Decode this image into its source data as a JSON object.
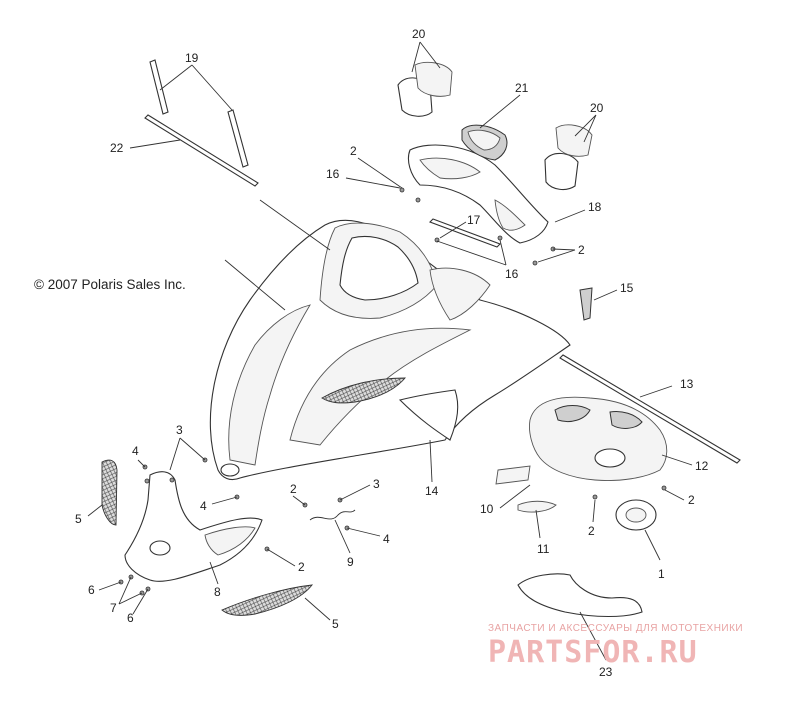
{
  "copyright": "© 2007 Polaris Sales Inc.",
  "watermark": {
    "tagline": "ЗАПЧАСТИ И АКСЕССУАРЫ ДЛЯ МОТОТЕХНИКИ",
    "logo_text": "PARTSFOR.RU"
  },
  "callouts": [
    {
      "id": "c19",
      "label": "19"
    },
    {
      "id": "c22",
      "label": "22"
    },
    {
      "id": "c20a",
      "label": "20"
    },
    {
      "id": "c21",
      "label": "21"
    },
    {
      "id": "c20b",
      "label": "20"
    },
    {
      "id": "c2a",
      "label": "2"
    },
    {
      "id": "c16a",
      "label": "16"
    },
    {
      "id": "c17",
      "label": "17"
    },
    {
      "id": "c18",
      "label": "18"
    },
    {
      "id": "c2b",
      "label": "2"
    },
    {
      "id": "c16b",
      "label": "16"
    },
    {
      "id": "c15",
      "label": "15"
    },
    {
      "id": "c13",
      "label": "13"
    },
    {
      "id": "c12",
      "label": "12"
    },
    {
      "id": "c2c",
      "label": "2"
    },
    {
      "id": "c10",
      "label": "10"
    },
    {
      "id": "c2d",
      "label": "2"
    },
    {
      "id": "c11",
      "label": "11"
    },
    {
      "id": "c1",
      "label": "1"
    },
    {
      "id": "c14",
      "label": "14"
    },
    {
      "id": "c3a",
      "label": "3"
    },
    {
      "id": "c4a",
      "label": "4"
    },
    {
      "id": "c4b",
      "label": "4"
    },
    {
      "id": "c5a",
      "label": "5"
    },
    {
      "id": "c2e",
      "label": "2"
    },
    {
      "id": "c3b",
      "label": "3"
    },
    {
      "id": "c4c",
      "label": "4"
    },
    {
      "id": "c9",
      "label": "9"
    },
    {
      "id": "c2f",
      "label": "2"
    },
    {
      "id": "c8",
      "label": "8"
    },
    {
      "id": "c6a",
      "label": "6"
    },
    {
      "id": "c7",
      "label": "7"
    },
    {
      "id": "c6b",
      "label": "6"
    },
    {
      "id": "c5b",
      "label": "5"
    },
    {
      "id": "c23",
      "label": "23"
    }
  ]
}
